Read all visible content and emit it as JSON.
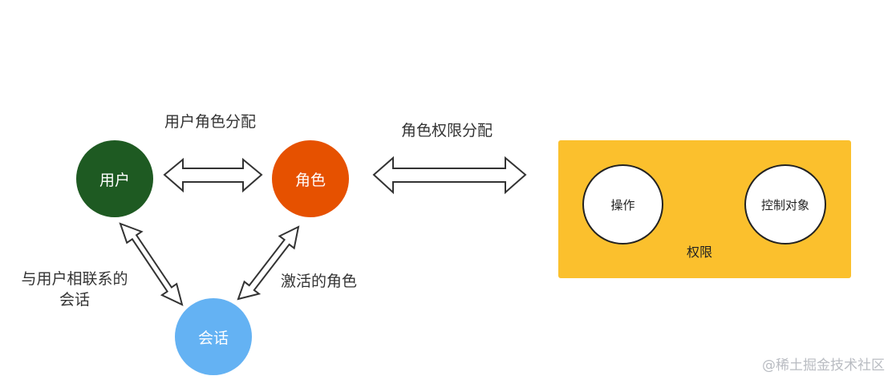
{
  "nodes": {
    "user": {
      "label": "用户",
      "color": "#1e5a22"
    },
    "role": {
      "label": "角色",
      "color": "#e65100"
    },
    "session": {
      "label": "会话",
      "color": "#64b2f3"
    }
  },
  "edges": {
    "user_role": "用户角色分配",
    "role_permission": "角色权限分配",
    "user_session_line1": "与用户相联系的",
    "user_session_line2": "会话",
    "session_role": "激活的角色"
  },
  "permission": {
    "label": "权限",
    "color": "#fbc02d",
    "operation": "操作",
    "object": "控制对象"
  },
  "watermark": "@稀土掘金技术社区"
}
